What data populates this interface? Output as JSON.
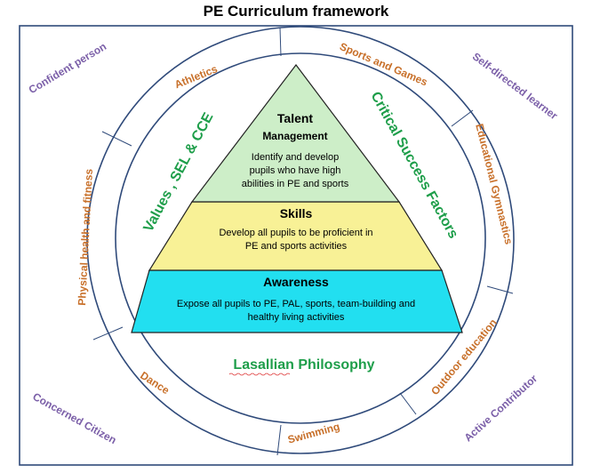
{
  "title": "PE Curriculum framework",
  "colors": {
    "frame": "#2f4a7a",
    "purple": "#7b5fa8",
    "orange": "#c8702a",
    "green": "#1e9e4a",
    "talent_fill": "#cdeec8",
    "skills_fill": "#f8f196",
    "awareness_fill": "#22dff0"
  },
  "outer_labels": {
    "confident_person": "Confident person",
    "self_directed_learner": "Self-directed learner",
    "concerned_citizen": "Concerned Citizen",
    "active_contributor": "Active Contributor"
  },
  "ring_labels": {
    "athletics": "Athletics",
    "sports_and_games": "Sports and Games",
    "educational_gymnastics": "Educational Gymnastics",
    "outdoor_education": "Outdoor education",
    "swimming": "Swimming",
    "dance": "Dance",
    "physical_health": "Physical health and fitness"
  },
  "inner_labels": {
    "values": "Values , SEL & CCE",
    "critical_success": "Critical Success Factors",
    "lasallian": "Lasallian Philosophy"
  },
  "pyramid": {
    "talent": {
      "title_line1": "Talent",
      "title_line2": "Management",
      "desc_line1": "Identify and develop",
      "desc_line2": "pupils who have high",
      "desc_line3": "abilities in PE and sports"
    },
    "skills": {
      "title": "Skills",
      "desc_line1": "Develop all pupils to be proficient in",
      "desc_line2": "PE and sports activities"
    },
    "awareness": {
      "title": "Awareness",
      "desc_line1": "Expose all pupils to PE, PAL, sports, team-building and",
      "desc_line2": "healthy living activities"
    }
  }
}
